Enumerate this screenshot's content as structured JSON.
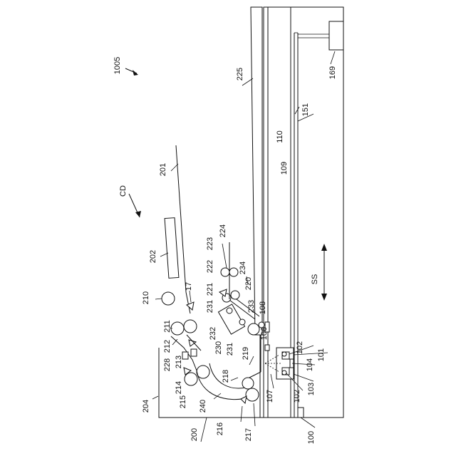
{
  "figure_ref": "1005",
  "direction_labels": {
    "conveyance": "CD",
    "sub_scan": "SS"
  },
  "reference_numerals": {
    "r100": "100",
    "r101": "101",
    "r102a": "102",
    "r102b": "102",
    "r103": "103",
    "r104": "104",
    "r106": "106",
    "r107": "107",
    "r108": "108",
    "r109": "109",
    "r110": "110",
    "r151": "151",
    "r169": "169",
    "r17": "17",
    "r200": "200",
    "r201": "201",
    "r202": "202",
    "r204": "204",
    "r210": "210",
    "r211": "211",
    "r212": "212",
    "r213": "213",
    "r214": "214",
    "r215": "215",
    "r216": "216",
    "r217": "217",
    "r218": "218",
    "r219": "219",
    "r220": "220",
    "r221": "221",
    "r222": "222",
    "r223": "223",
    "r224": "224",
    "r225": "225",
    "r228": "228",
    "r230": "230",
    "r231a": "231",
    "r231b": "231",
    "r232": "232",
    "r233": "233",
    "r234": "234",
    "r240": "240"
  }
}
